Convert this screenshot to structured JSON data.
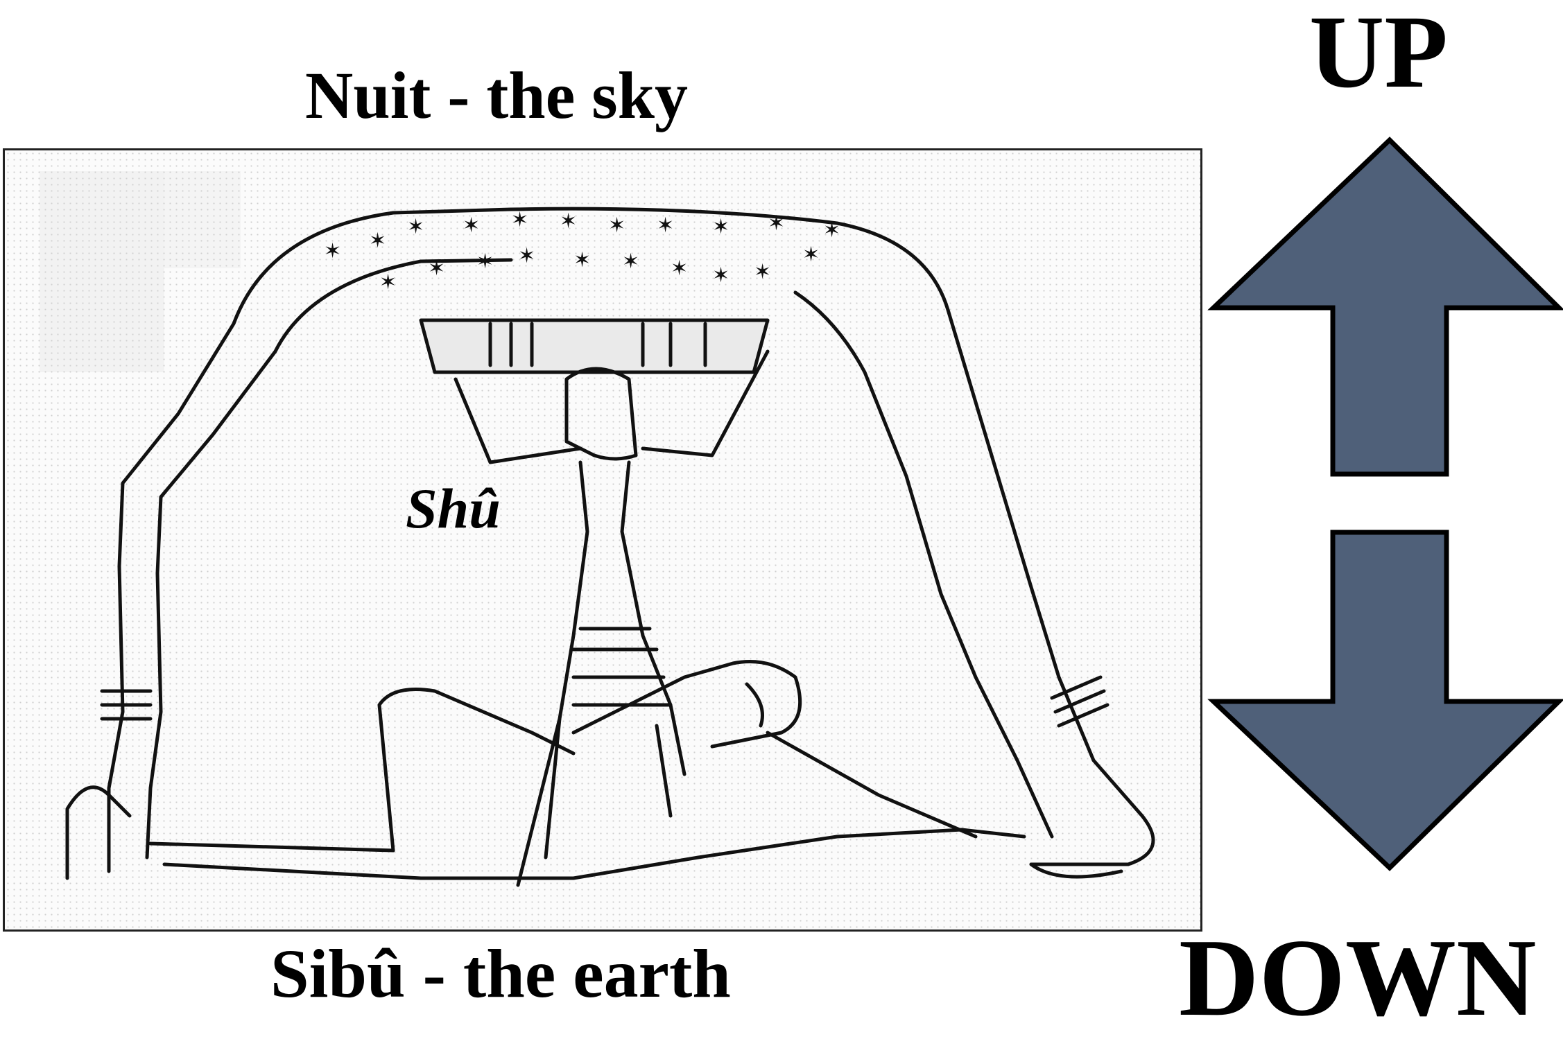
{
  "labels": {
    "sky": "Nuit - the sky",
    "earth": "Sibû - the earth",
    "air_god": "Shû",
    "up": "UP",
    "down": "DOWN"
  },
  "colors": {
    "arrow_fill": "#4f6079",
    "arrow_stroke": "#000000",
    "line_art": "#111111",
    "frame_border": "#222222",
    "text": "#000000"
  },
  "icons": {
    "up": "up-arrow-icon",
    "down": "down-arrow-icon"
  }
}
